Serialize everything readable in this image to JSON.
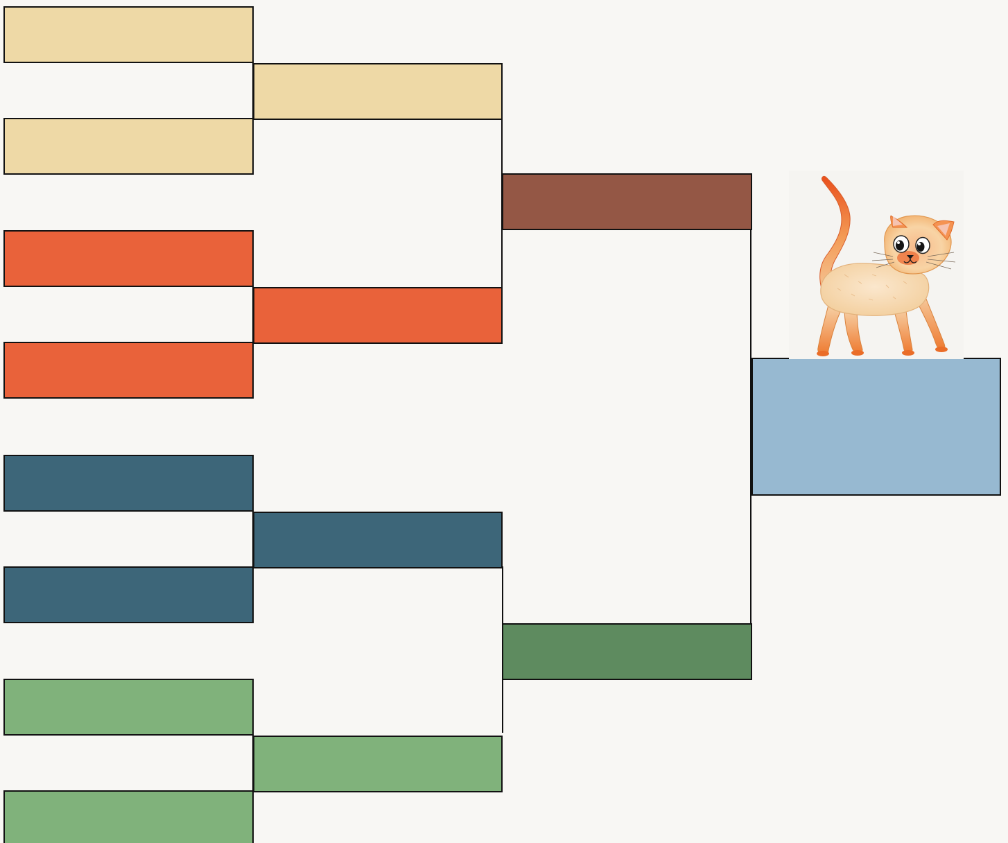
{
  "bracket": {
    "round1": [
      {
        "slot": 1,
        "color": "#eed9a6",
        "label": ""
      },
      {
        "slot": 2,
        "color": "#eed9a6",
        "label": ""
      },
      {
        "slot": 3,
        "color": "#e9623a",
        "label": ""
      },
      {
        "slot": 4,
        "color": "#e9623a",
        "label": ""
      },
      {
        "slot": 5,
        "color": "#3d6679",
        "label": ""
      },
      {
        "slot": 6,
        "color": "#3d6679",
        "label": ""
      },
      {
        "slot": 7,
        "color": "#80b27b",
        "label": ""
      },
      {
        "slot": 8,
        "color": "#80b27b",
        "label": ""
      }
    ],
    "round2": [
      {
        "slot": 1,
        "color": "#eed9a6",
        "label": ""
      },
      {
        "slot": 2,
        "color": "#e9623a",
        "label": ""
      },
      {
        "slot": 3,
        "color": "#3d6679",
        "label": ""
      },
      {
        "slot": 4,
        "color": "#80b27b",
        "label": ""
      }
    ],
    "round3": [
      {
        "slot": 1,
        "color": "#945745",
        "label": ""
      },
      {
        "slot": 2,
        "color": "#5e8b5f",
        "label": ""
      }
    ],
    "final": {
      "color": "#97b9d1",
      "label": ""
    },
    "mascot": {
      "icon": "cat-illustration"
    }
  }
}
